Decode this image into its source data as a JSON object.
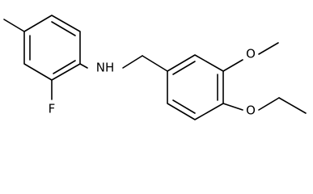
{
  "molecule": {
    "atoms": {
      "nitrogen_h": "NH",
      "fluorine": "F",
      "methoxy_oxygen": "O",
      "ethoxy_oxygen": "O"
    }
  },
  "colors": {
    "bond": "#000000",
    "label": "#000000",
    "background": "#ffffff"
  }
}
